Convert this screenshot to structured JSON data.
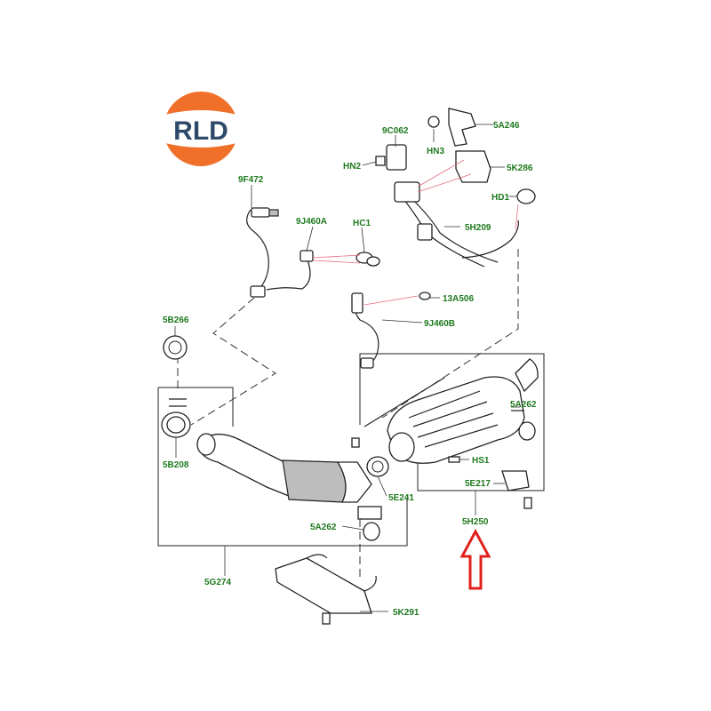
{
  "logo": {
    "text": "RLD",
    "ring_color": "#f0702a",
    "text_color": "#2d4a6b"
  },
  "labels": {
    "5A246": "5A246",
    "9C062": "9C062",
    "HN3": "HN3",
    "HN2": "HN2",
    "5K286": "5K286",
    "HD1": "HD1",
    "9F472": "9F472",
    "5H209": "5H209",
    "9J460A": "9J460A",
    "HC1": "HC1",
    "13A506": "13A506",
    "9J460B": "9J460B",
    "5B266": "5B266",
    "5A262_right": "5A262",
    "HS1": "HS1",
    "5B208": "5B208",
    "5E217": "5E217",
    "5E241": "5E241",
    "5H250": "5H250",
    "5A262_left": "5A262",
    "5G274": "5G274",
    "5K291": "5K291"
  },
  "colors": {
    "label_green": "#1f7a1f",
    "leader_pink": "#e56b7d",
    "arrow_red": "#e0201c"
  },
  "arrow": {
    "direction": "up",
    "points_to": "5H250"
  }
}
